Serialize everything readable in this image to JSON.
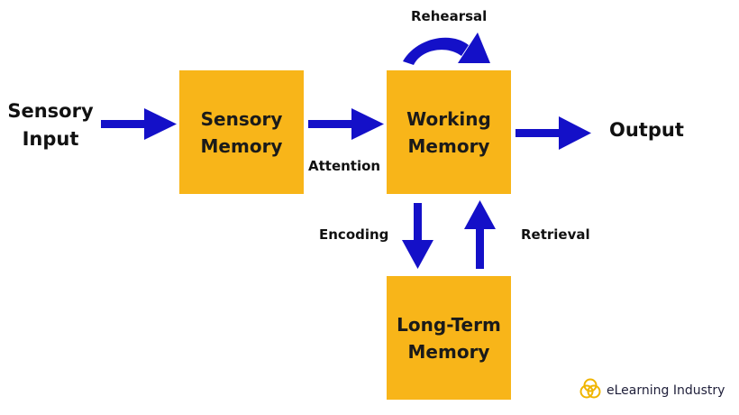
{
  "inputs": {
    "line1": "Sensory",
    "line2": "Input"
  },
  "output": "Output",
  "boxes": {
    "sensory": {
      "line1": "Sensory",
      "line2": "Memory"
    },
    "working": {
      "line1": "Working",
      "line2": "Memory"
    },
    "longterm": {
      "line1": "Long-Term",
      "line2": "Memory"
    }
  },
  "labels": {
    "rehearsal": "Rehearsal",
    "attention": "Attention",
    "encoding": "Encoding",
    "retrieval": "Retrieval"
  },
  "brand": {
    "name": "eLearning Industry",
    "icon": "elearning-industry-logo-icon"
  },
  "colors": {
    "box": "#F8B519",
    "arrow": "#1410C8",
    "text": "#111111",
    "logo": "#F0B500"
  }
}
